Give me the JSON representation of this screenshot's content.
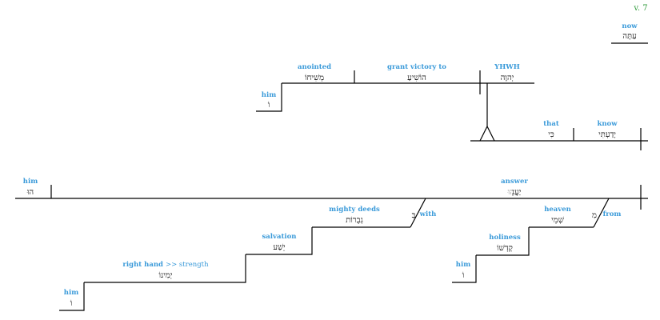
{
  "verse_label": "v. 7",
  "colors": {
    "gloss": "#3a9ad9",
    "verse": "#2e9a3a",
    "hebrew": "#111111",
    "lines": "#000000"
  },
  "clause1": {
    "now": {
      "gloss": "now",
      "hebrew": "עַתָּה"
    },
    "know": {
      "gloss": "know",
      "hebrew": "יָדַעְתִּי"
    },
    "that": {
      "gloss": "that",
      "hebrew": "כִּי"
    }
  },
  "clause2": {
    "yhwh": {
      "gloss": "YHWH",
      "hebrew": "יְהוָה"
    },
    "verb": {
      "gloss": "grant victory to",
      "hebrew": "הוֹשִׁיעַ"
    },
    "object": {
      "gloss": "anointed",
      "hebrew": "מְשִׁיחוֹ",
      "suffix": "ו"
    },
    "object_owner": {
      "gloss": "him",
      "hebrew": "וֹ"
    }
  },
  "clause3": {
    "subject": {
      "gloss": "him",
      "hebrew": "הוּ"
    },
    "verb": {
      "gloss": "answer",
      "hebrew": "יַעֲנֵ",
      "suffix": "הוּ"
    },
    "prep_from": {
      "gloss": "from",
      "hebrew": "מִ"
    },
    "heaven": {
      "gloss": "heaven",
      "hebrew": "שְׁמֵי"
    },
    "holiness": {
      "gloss": "holiness",
      "hebrew": "קָדְשׁוֹ",
      "suffix": "ו"
    },
    "holiness_owner": {
      "gloss": "him",
      "hebrew": "וֹ"
    },
    "prep_with": {
      "gloss": "with",
      "hebrew": "בִּ"
    },
    "mighty_deeds": {
      "gloss": "mighty deeds",
      "hebrew": "גְבֻרוֹת"
    },
    "salvation": {
      "gloss": "salvation",
      "hebrew": "יֵשַׁע"
    },
    "right_hand": {
      "gloss": "right hand",
      "note": ">> strength",
      "hebrew": "יְמִינוֹ",
      "suffix": "ו"
    },
    "right_hand_owner": {
      "gloss": "him",
      "hebrew": "וֹ"
    }
  }
}
